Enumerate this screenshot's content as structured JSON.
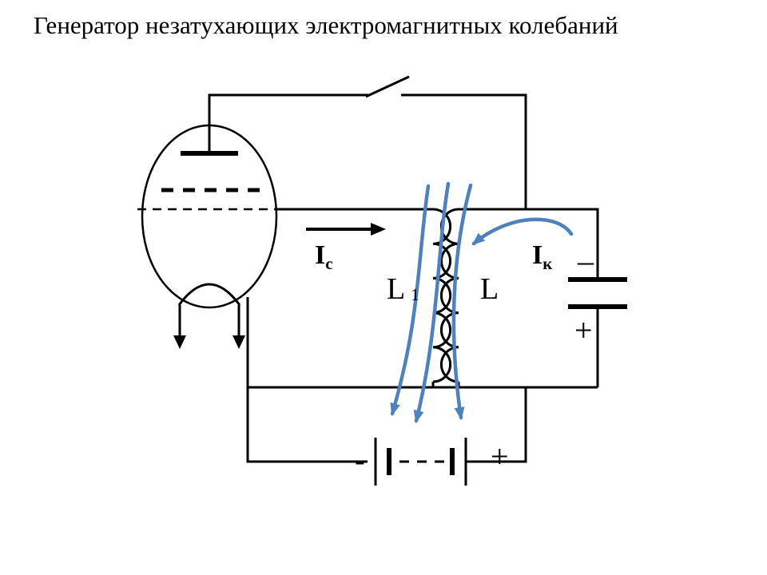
{
  "title": "Генератор незатухающих электромагнитных колебаний",
  "labels": {
    "grid_current_main": "I",
    "grid_current_sub": "с",
    "tank_current_main": "I",
    "tank_current_sub": "к",
    "coil_left_main": "L",
    "coil_left_sub": "1",
    "coil_right": "L",
    "capacitor_minus": "–",
    "capacitor_plus": "+",
    "battery_minus": "-",
    "battery_plus": "+"
  },
  "colors": {
    "wire": "#000000",
    "field_line": "#4f81bd",
    "background": "#ffffff"
  }
}
